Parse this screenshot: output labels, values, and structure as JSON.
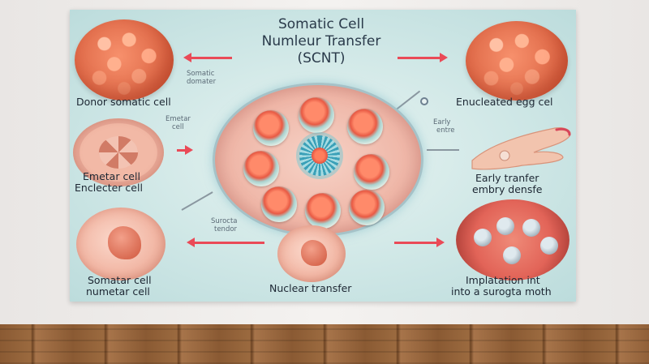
{
  "title": {
    "line1": "Somatic Cell",
    "line2": "Numleur Transfer",
    "line3": "(SCNT)"
  },
  "labels": {
    "donor_somatic_cell": "Donor somatic cell",
    "enucleated_egg_cell": "Enucleated egg cel",
    "small_somatic_donor_1": "Somatic",
    "small_somatic_donor_2": "domater",
    "small_emetar_1": "Emetar",
    "small_emetar_2": "cell",
    "emetar_cell_1": "Emetar cell",
    "emetar_cell_2": "Enclecter cell",
    "early_small_1": "Early",
    "early_small_2": "entre",
    "early_transfer_1": "Early tranfer",
    "early_transfer_2": "embry densfe",
    "surocta_1": "Surocta",
    "surocta_2": "tendor",
    "somatic_numetar_1": "Somatar cell",
    "somatic_numetar_2": "numetar cell",
    "nuclear_transfer": "Nuclear transfer",
    "implantation_1": "Implatation int",
    "implantation_2": "into a surogta moth"
  },
  "colors": {
    "arrow": "#ea4a57",
    "poster_bg": "#cfe7e6",
    "text": "#1d2733"
  }
}
